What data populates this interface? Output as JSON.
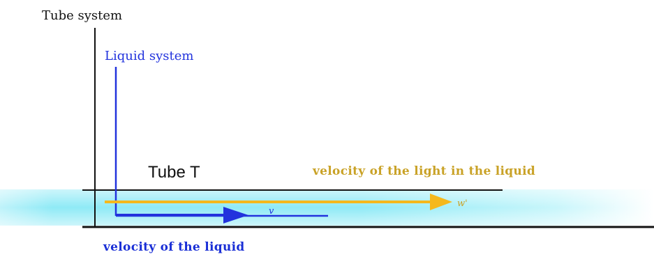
{
  "labels": {
    "tube_system": "Tube system",
    "liquid_system": "Liquid system",
    "tube": "Tube T",
    "light_velocity": "velocity of the light in the liquid",
    "liquid_velocity": "velocity of the liquid",
    "w_symbol": "w'",
    "v_symbol": "v"
  },
  "colors": {
    "frame": "#111111",
    "liquid_frame": "#2233dd",
    "light_arrow": "#f5b81c",
    "light_text": "#c9a227",
    "liquid_text": "#1a2fd6",
    "liquid_fill": "#7fe8f5"
  }
}
